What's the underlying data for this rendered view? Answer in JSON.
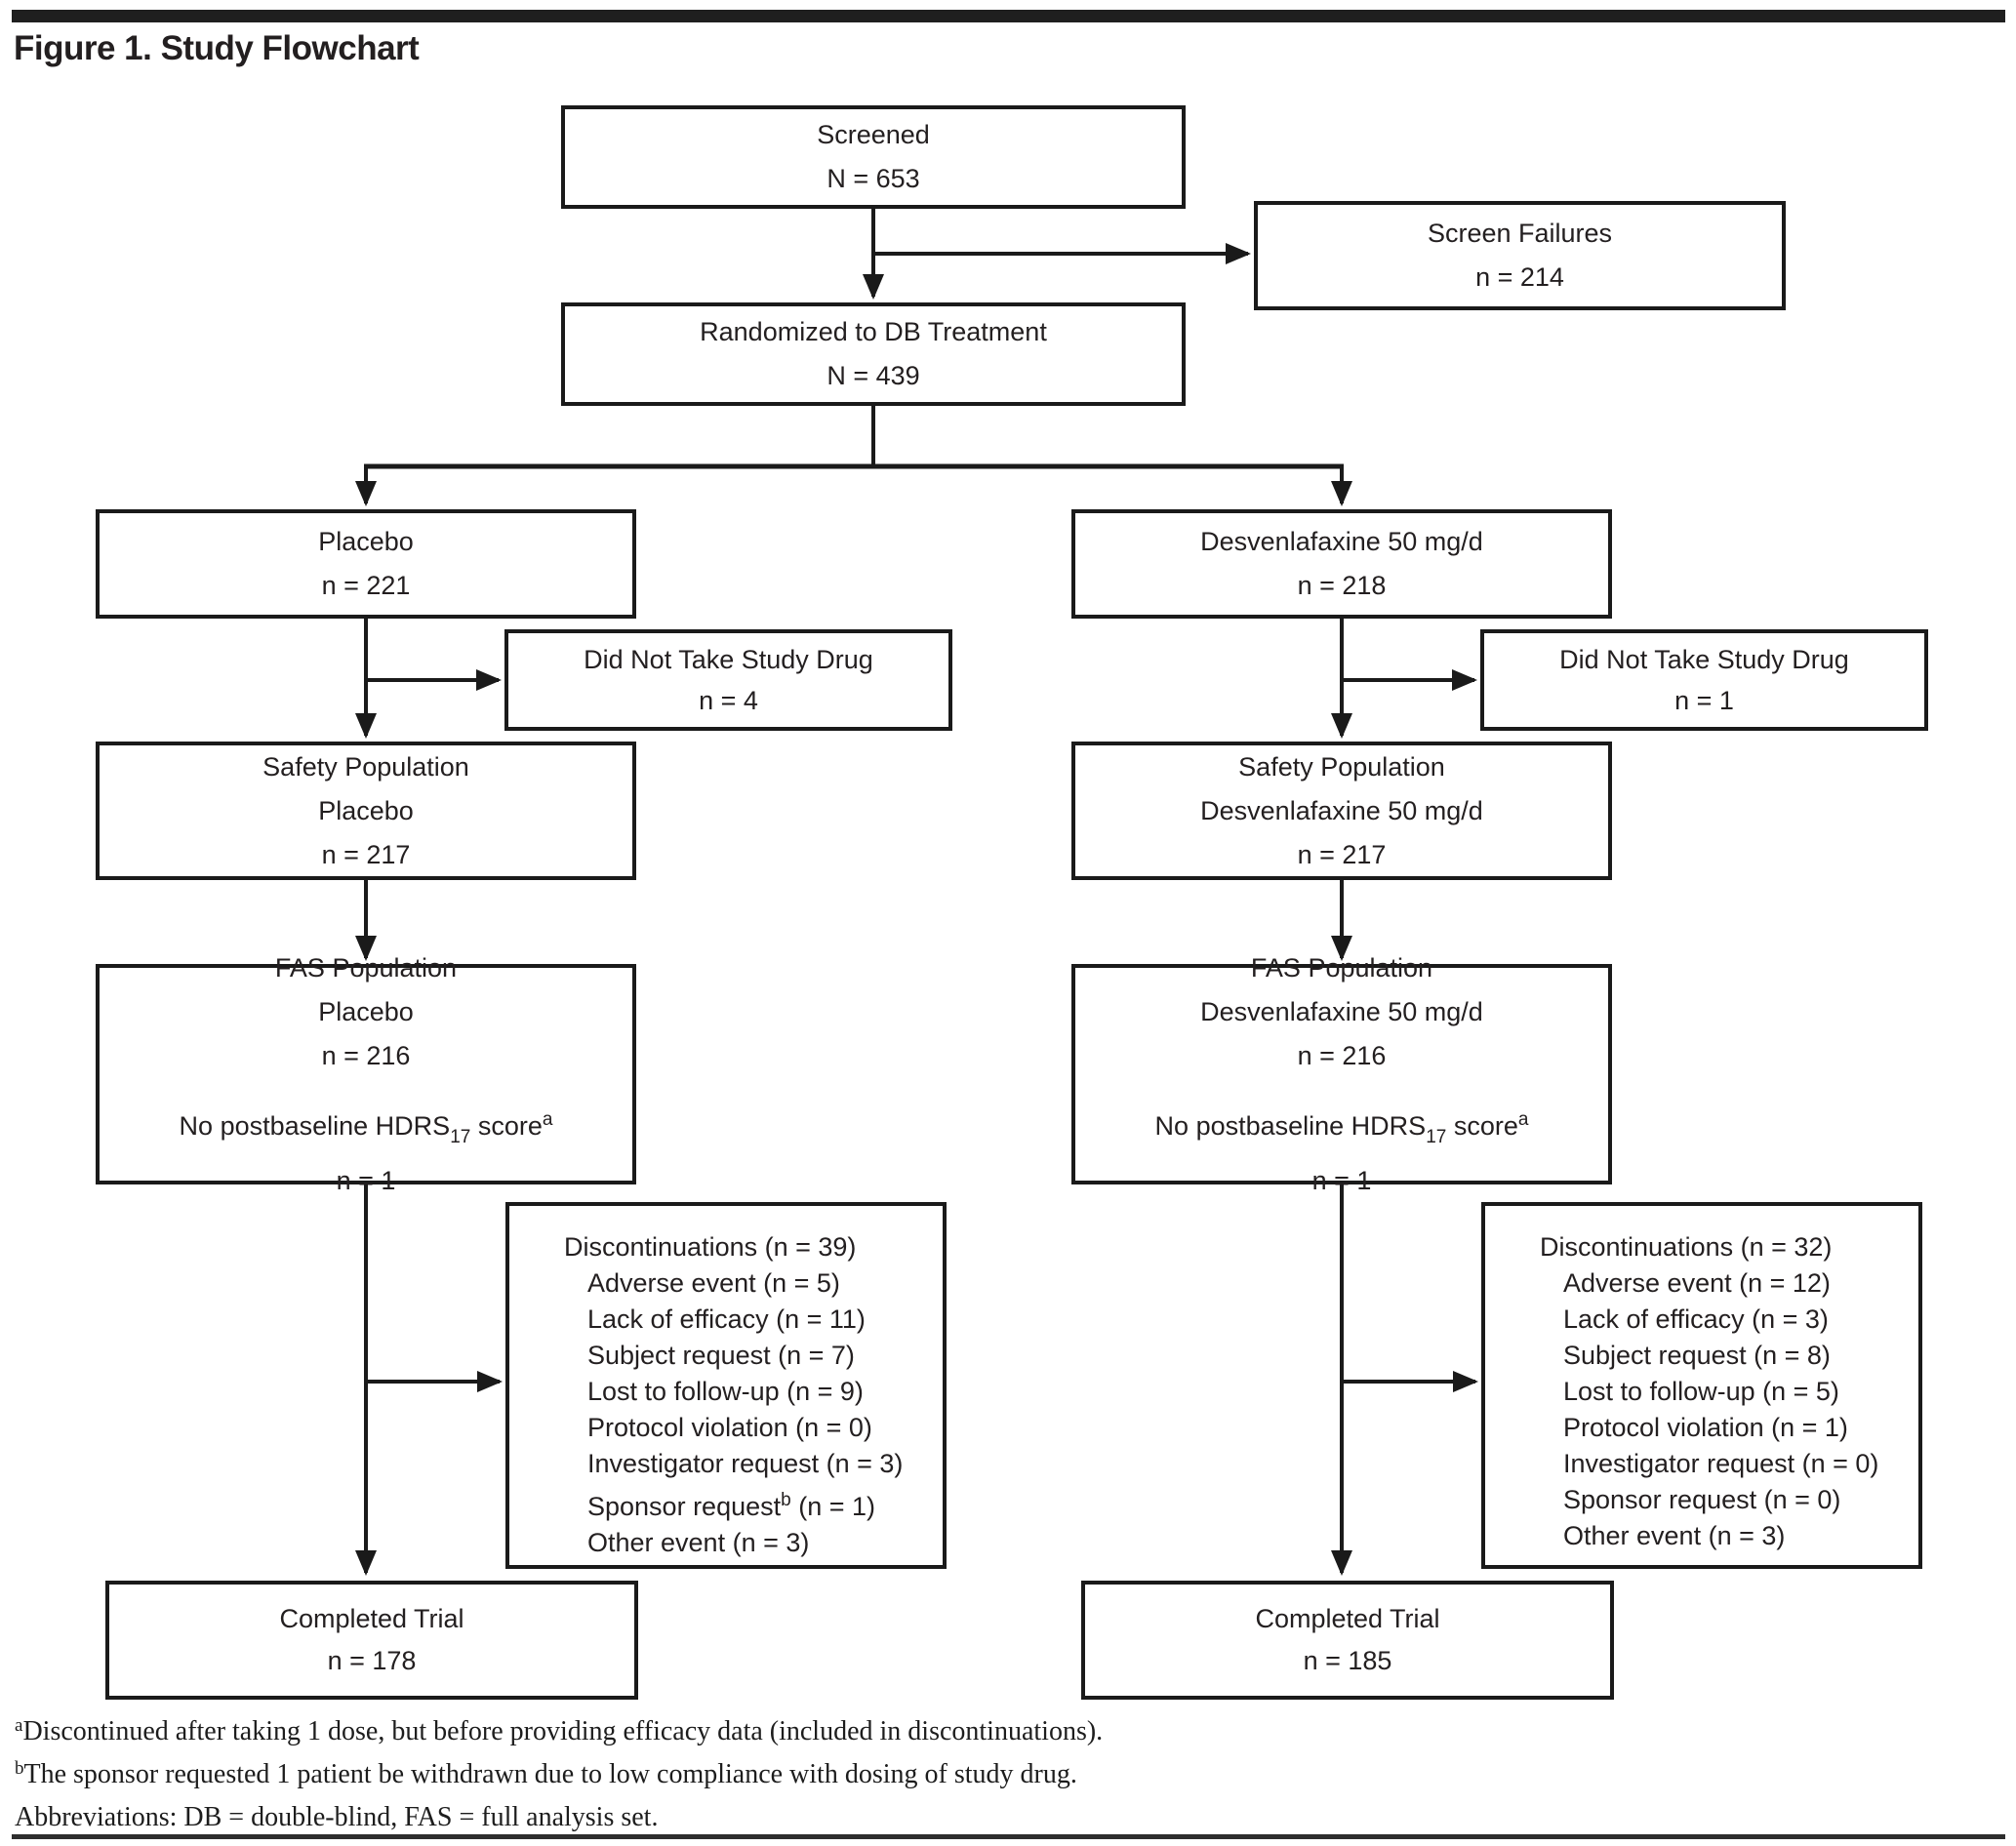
{
  "figure": {
    "title": "Figure 1. Study Flowchart"
  },
  "colors": {
    "line": "#1a1a1a",
    "text": "#231f20"
  },
  "boxes": {
    "screened": {
      "line1": "Screened",
      "line2": "N = 653"
    },
    "screen_failures": {
      "line1": "Screen Failures",
      "line2": "n = 214"
    },
    "randomized": {
      "line1": "Randomized to DB Treatment",
      "line2": "N = 439"
    },
    "placebo_arm": {
      "line1": "Placebo",
      "line2": "n = 221"
    },
    "desvenlafaxine_arm": {
      "line1": "Desvenlafaxine 50 mg/d",
      "line2": "n = 218"
    },
    "did_not_take_left": {
      "line1": "Did Not Take Study Drug",
      "line2": "n = 4"
    },
    "did_not_take_right": {
      "line1": "Did Not Take Study Drug",
      "line2": "n = 1"
    },
    "safety_left": {
      "line1": "Safety Population",
      "line2": "Placebo",
      "line3": "n = 217"
    },
    "safety_right": {
      "line1": "Safety Population",
      "line2": "Desvenlafaxine 50 mg/d",
      "line3": "n = 217"
    },
    "fas_left": {
      "line1": "FAS Population",
      "line2": "Placebo",
      "line3": "n = 216",
      "note_pre": "No postbaseline HDRS",
      "note_sub": "17",
      "note_mid": " score",
      "note_sup": "a",
      "note_n": "n = 1"
    },
    "fas_right": {
      "line1": "FAS Population",
      "line2": "Desvenlafaxine 50 mg/d",
      "line3": "n = 216",
      "note_pre": "No postbaseline HDRS",
      "note_sub": "17",
      "note_mid": " score",
      "note_sup": "a",
      "note_n": "n = 1"
    },
    "disc_left": {
      "title": "Discontinuations (n = 39)",
      "items": [
        {
          "pre": "Adverse event (n = 5)",
          "sup": "",
          "post": ""
        },
        {
          "pre": "Lack of efficacy (n = 11)",
          "sup": "",
          "post": ""
        },
        {
          "pre": "Subject request (n = 7)",
          "sup": "",
          "post": ""
        },
        {
          "pre": "Lost to follow-up (n = 9)",
          "sup": "",
          "post": ""
        },
        {
          "pre": "Protocol violation (n = 0)",
          "sup": "",
          "post": ""
        },
        {
          "pre": "Investigator request (n = 3)",
          "sup": "",
          "post": ""
        },
        {
          "pre": "Sponsor request",
          "sup": "b",
          "post": " (n = 1)"
        },
        {
          "pre": "Other event (n = 3)",
          "sup": "",
          "post": ""
        }
      ]
    },
    "disc_right": {
      "title": "Discontinuations (n = 32)",
      "items": [
        {
          "pre": "Adverse event (n = 12)",
          "sup": "",
          "post": ""
        },
        {
          "pre": "Lack of efficacy (n = 3)",
          "sup": "",
          "post": ""
        },
        {
          "pre": "Subject request (n = 8)",
          "sup": "",
          "post": ""
        },
        {
          "pre": "Lost to follow-up (n = 5)",
          "sup": "",
          "post": ""
        },
        {
          "pre": "Protocol violation (n = 1)",
          "sup": "",
          "post": ""
        },
        {
          "pre": "Investigator request (n = 0)",
          "sup": "",
          "post": ""
        },
        {
          "pre": "Sponsor request (n = 0)",
          "sup": "",
          "post": ""
        },
        {
          "pre": "Other event (n = 3)",
          "sup": "",
          "post": ""
        }
      ]
    },
    "completed_left": {
      "line1": "Completed Trial",
      "line2": "n = 178"
    },
    "completed_right": {
      "line1": "Completed Trial",
      "line2": "n = 185"
    }
  },
  "footnotes": [
    {
      "sup": "a",
      "text": "Discontinued after taking 1 dose, but before providing efficacy data (included in discontinuations)."
    },
    {
      "sup": "b",
      "text": "The sponsor requested 1 patient be withdrawn due to low compliance with dosing of study drug."
    },
    {
      "sup": "",
      "text": "Abbreviations: DB = double-blind, FAS = full analysis set."
    }
  ]
}
